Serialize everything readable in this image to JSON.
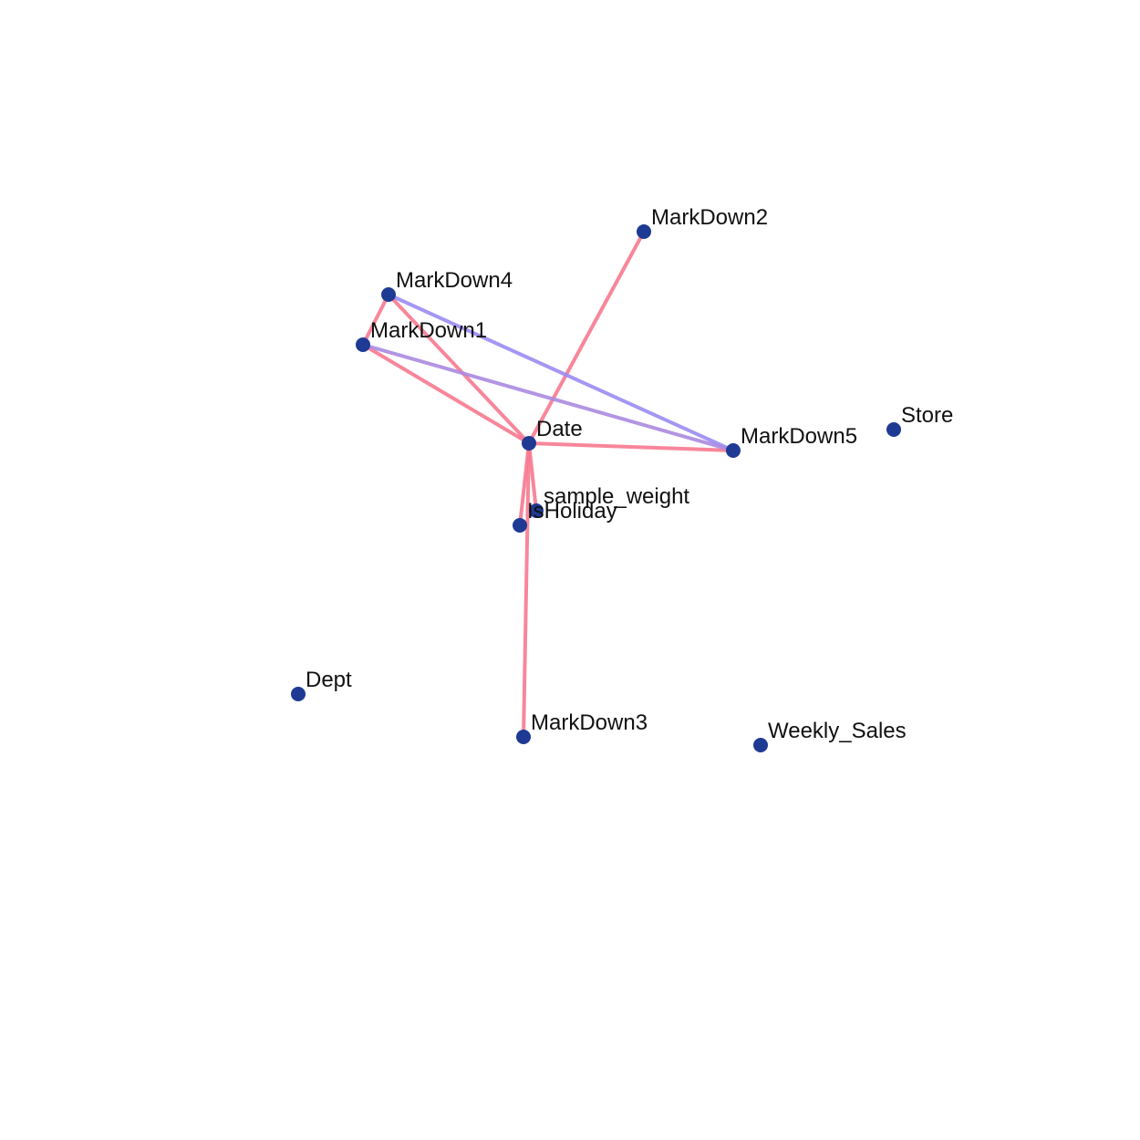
{
  "graph": {
    "node_color": "#1f3a93",
    "nodes": [
      {
        "id": "MarkDown2",
        "label": "MarkDown2"
      },
      {
        "id": "MarkDown4",
        "label": "MarkDown4"
      },
      {
        "id": "MarkDown1",
        "label": "MarkDown1"
      },
      {
        "id": "Date",
        "label": "Date"
      },
      {
        "id": "MarkDown5",
        "label": "MarkDown5"
      },
      {
        "id": "Store",
        "label": "Store"
      },
      {
        "id": "sample_weight",
        "label": "sample_weight"
      },
      {
        "id": "IsHoliday",
        "label": "IsHoliday"
      },
      {
        "id": "Dept",
        "label": "Dept"
      },
      {
        "id": "MarkDown3",
        "label": "MarkDown3"
      },
      {
        "id": "Weekly_Sales",
        "label": "Weekly_Sales"
      }
    ],
    "edges": [
      {
        "source": "Date",
        "target": "MarkDown2",
        "color": "#f7798f"
      },
      {
        "source": "Date",
        "target": "MarkDown4",
        "color": "#f7798f"
      },
      {
        "source": "Date",
        "target": "MarkDown1",
        "color": "#f7798f"
      },
      {
        "source": "Date",
        "target": "MarkDown5",
        "color": "#f7798f"
      },
      {
        "source": "Date",
        "target": "sample_weight",
        "color": "#f7798f"
      },
      {
        "source": "Date",
        "target": "IsHoliday",
        "color": "#f7798f"
      },
      {
        "source": "Date",
        "target": "MarkDown3",
        "color": "#f7798f"
      },
      {
        "source": "MarkDown4",
        "target": "MarkDown1",
        "color": "#f7798f"
      },
      {
        "source": "MarkDown4",
        "target": "MarkDown5",
        "color": "#9a8cf2"
      },
      {
        "source": "MarkDown1",
        "target": "MarkDown5",
        "color": "#ab8ae0"
      }
    ]
  }
}
